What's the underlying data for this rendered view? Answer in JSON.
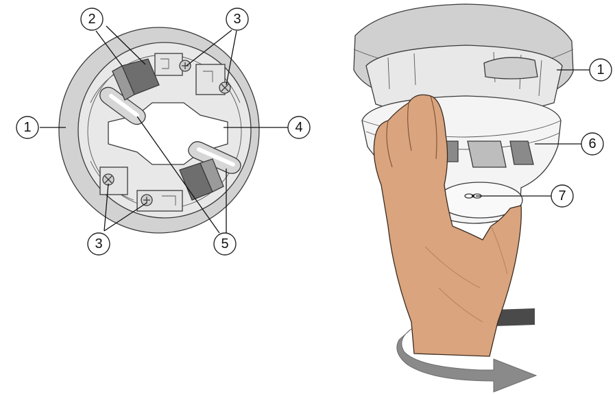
{
  "callouts": {
    "base_housing": "1",
    "terminal_block": "2",
    "screw_top": "3",
    "screw_bottom": "3",
    "center_opening": "4",
    "mounting_slots": "5",
    "base_housing_right": "1",
    "detector_head": "6",
    "indicator_led": "7"
  },
  "colors": {
    "base_fill": "#d4d4d4",
    "base_inner": "#ececec",
    "detector_fill": "#f2f2f2",
    "skin": "#d9a47e",
    "skin_shadow": "#b9815c",
    "arrow": "#8a8a8a",
    "outline": "#3a3a3a"
  }
}
